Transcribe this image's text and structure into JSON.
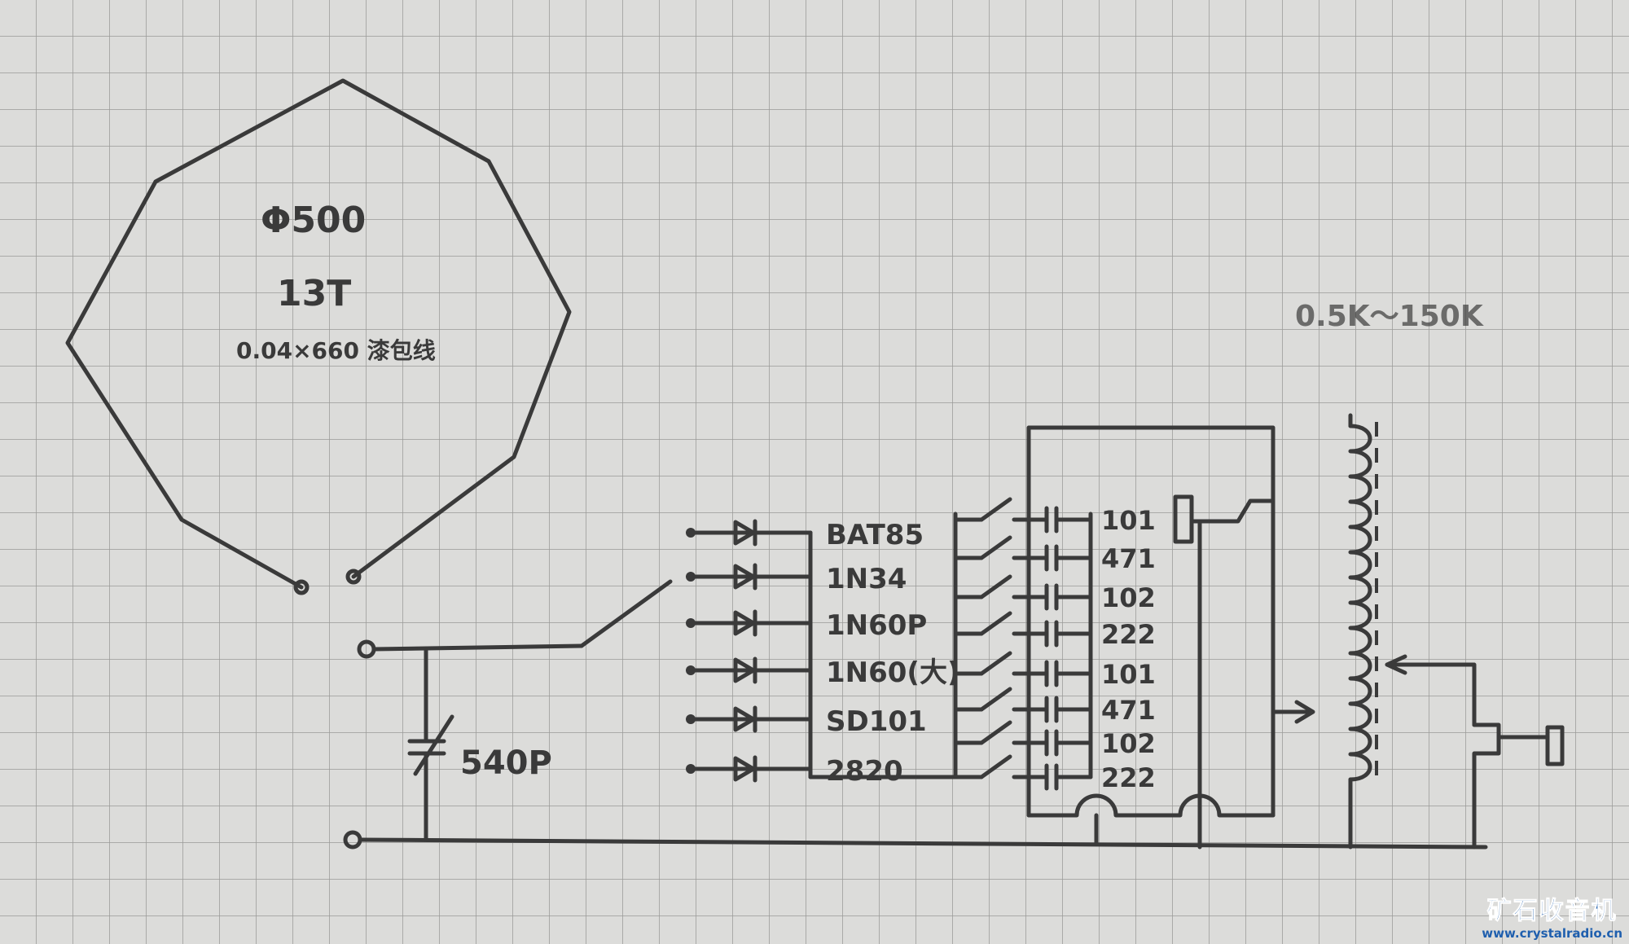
{
  "coil": {
    "diameter": "Φ500",
    "turns": "13T",
    "wire": "0.04×660 漆包线"
  },
  "tuning_cap": "540P",
  "diodes": [
    "BAT85",
    "1N34",
    "1N60P",
    "1N60(大)",
    "SD101",
    "2820"
  ],
  "capacitors": [
    "101",
    "471",
    "102",
    "222",
    "101",
    "471",
    "102",
    "222"
  ],
  "transformer_range": "0.5K～150K",
  "watermark": {
    "title": "矿石收音机",
    "url": "www.crystalradio.cn"
  }
}
